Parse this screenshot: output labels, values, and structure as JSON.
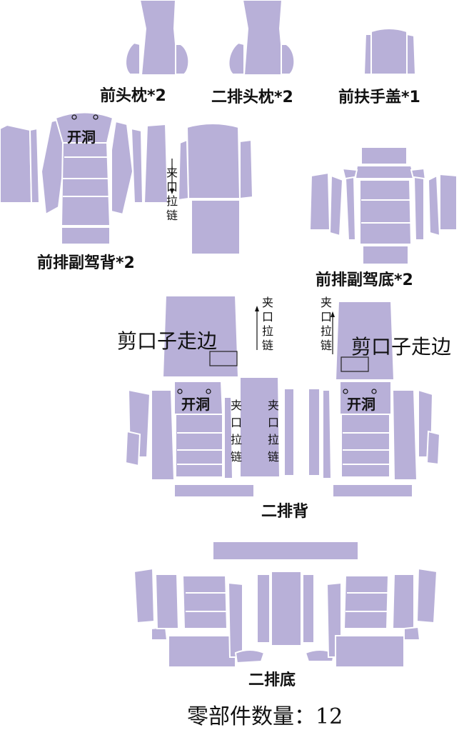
{
  "groups": {
    "front_headrest": "前头枕*2",
    "second_headrest": "二排头枕*2",
    "front_armrest": "前扶手盖*1",
    "front_passenger_back": "前排副驾背*2",
    "front_passenger_base": "前排副驾底*2",
    "second_back": "二排背",
    "second_base": "二排底"
  },
  "annotations": {
    "open_hole": "开洞",
    "cut_edge": "剪口子走边",
    "zipper_chars": [
      "夹",
      "口",
      "拉",
      "链"
    ]
  },
  "footer": {
    "parts_count": "零部件数量：12"
  },
  "colors": {
    "piece_fill": "#b8b0d8",
    "background": "#ffffff",
    "text": "#111111"
  }
}
